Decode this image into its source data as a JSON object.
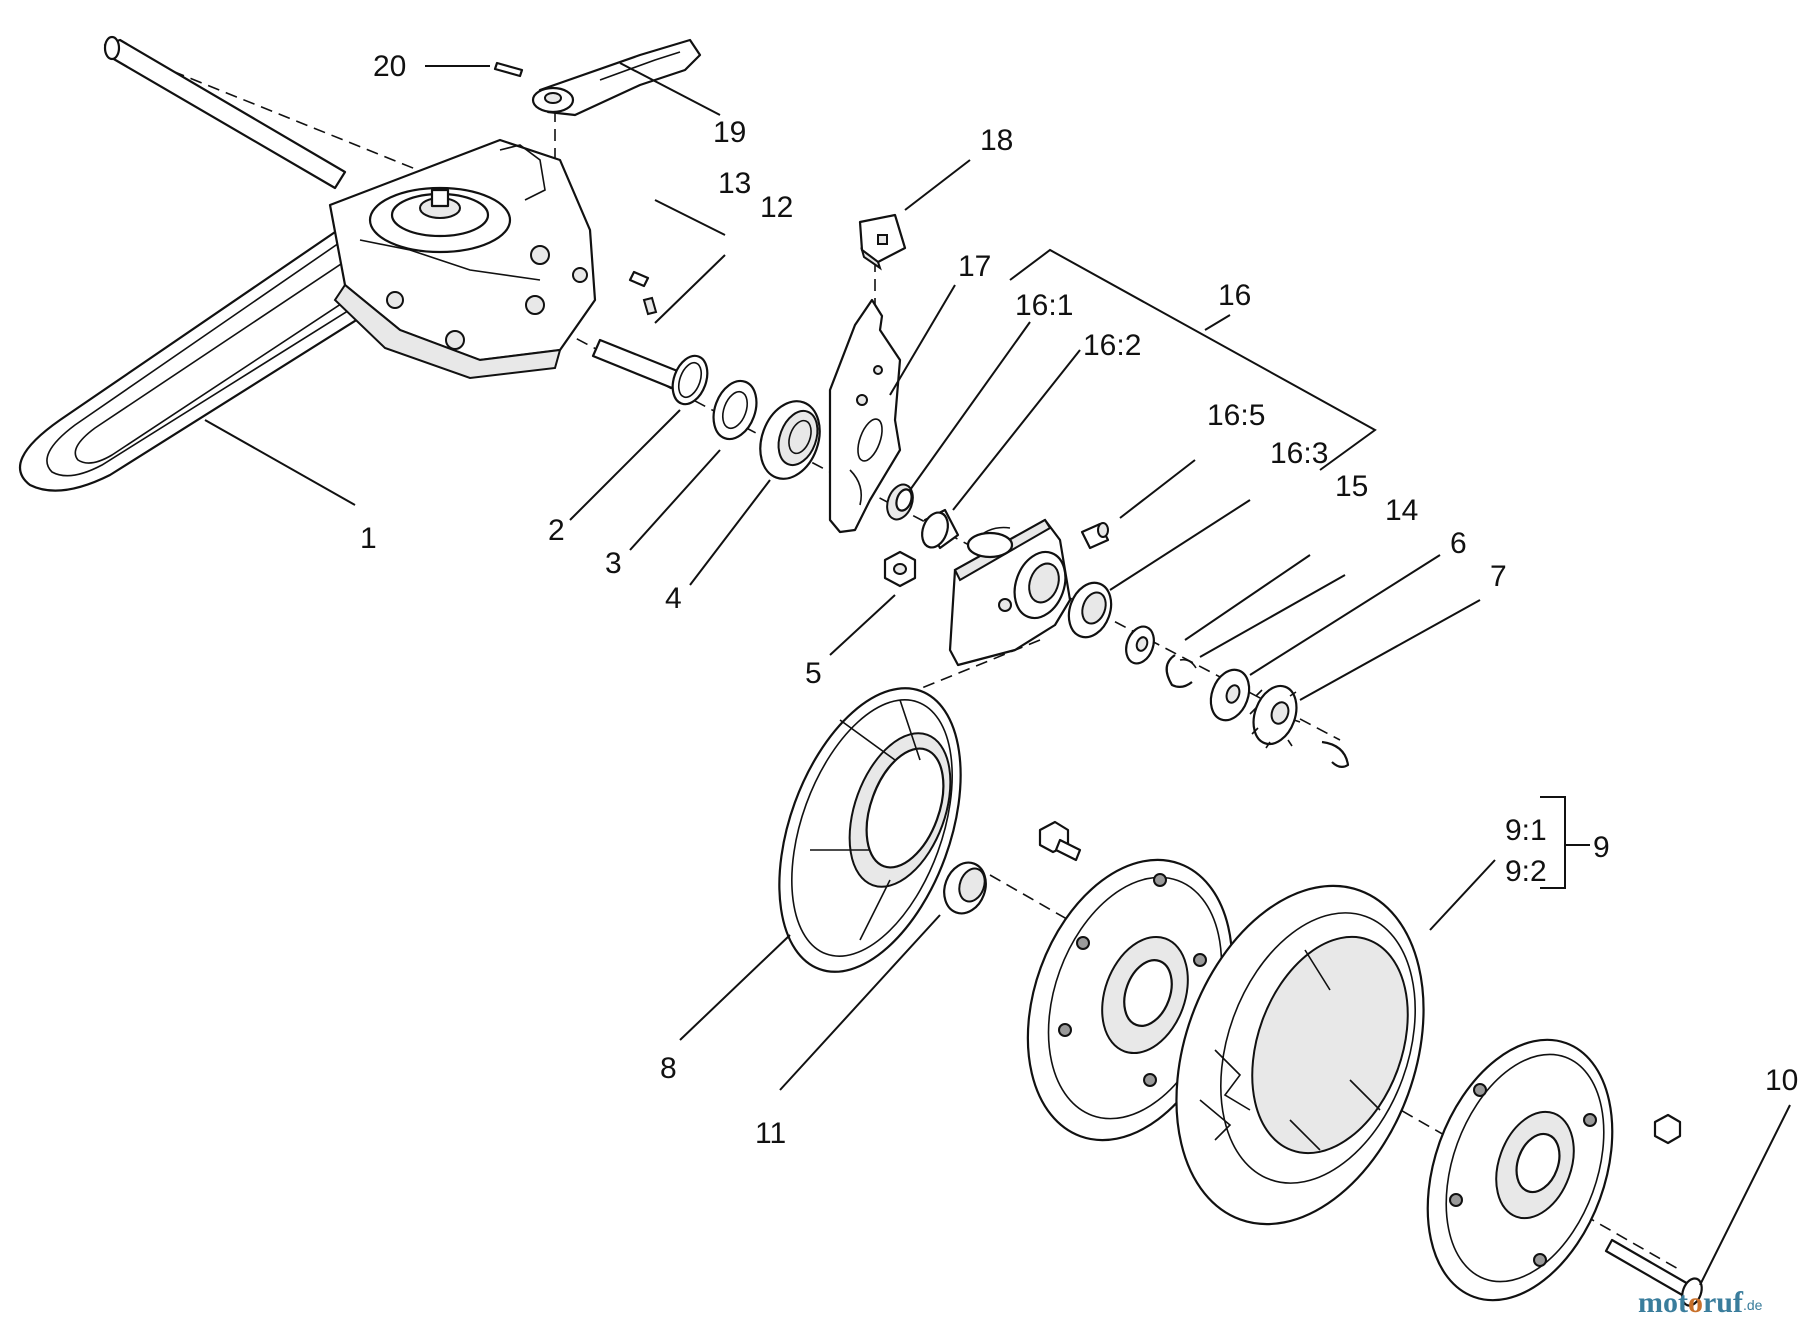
{
  "callouts": {
    "c1": "1",
    "c2": "2",
    "c3": "3",
    "c4": "4",
    "c5": "5",
    "c6": "6",
    "c7": "7",
    "c8": "8",
    "c9": "9",
    "c9_1": "9:1",
    "c9_2": "9:2",
    "c10": "10",
    "c11": "11",
    "c12": "12",
    "c13": "13",
    "c14": "14",
    "c15": "15",
    "c16": "16",
    "c16_1": "16:1",
    "c16_2": "16:2",
    "c16_3": "16:3",
    "c16_5": "16:5",
    "c17": "17",
    "c18": "18",
    "c19": "19",
    "c20": "20"
  },
  "watermark": {
    "part_a": "mot",
    "part_b": "o",
    "part_c": "ruf",
    "suffix": ".de"
  }
}
